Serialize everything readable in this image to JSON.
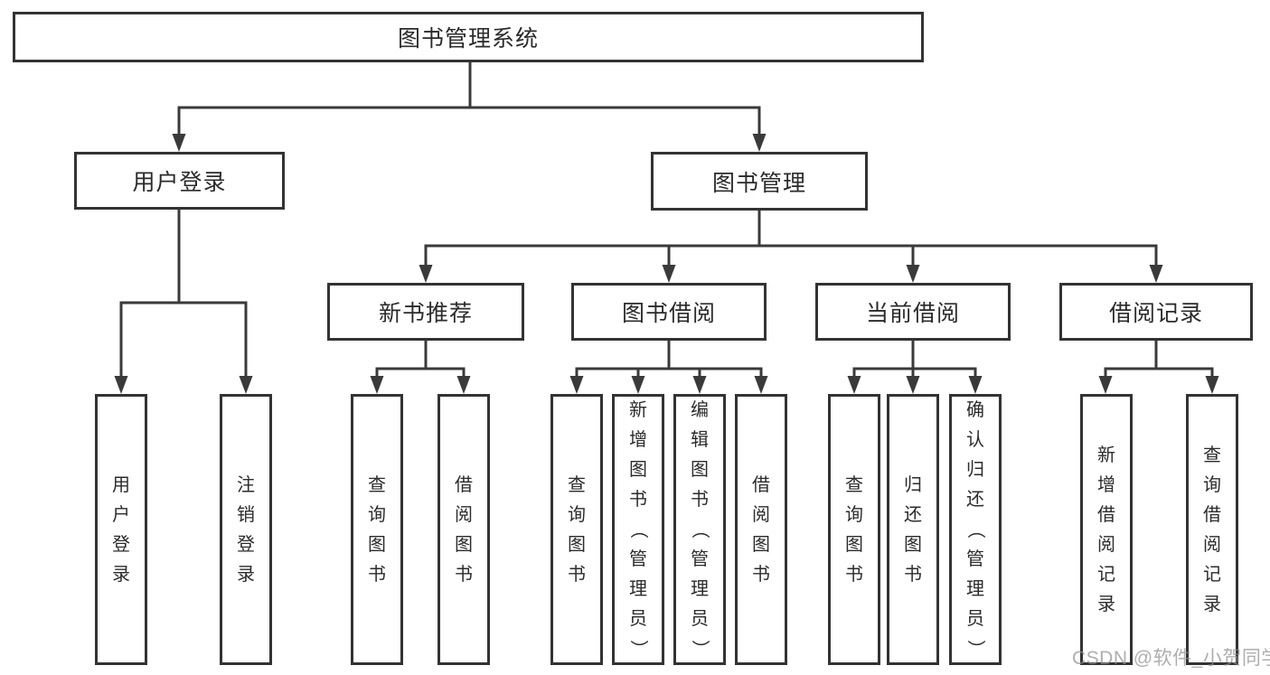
{
  "tree": {
    "label": "图书管理系统",
    "children": [
      {
        "label": "用户登录",
        "children": [
          {
            "label": "用户登录"
          },
          {
            "label": "注销登录"
          }
        ]
      },
      {
        "label": "图书管理",
        "children": [
          {
            "label": "新书推荐",
            "children": [
              {
                "label": "查询图书"
              },
              {
                "label": "借阅图书"
              }
            ]
          },
          {
            "label": "图书借阅",
            "children": [
              {
                "label": "查询图书"
              },
              {
                "label": "新增图书（管理员）"
              },
              {
                "label": "编辑图书（管理员）"
              },
              {
                "label": "借阅图书"
              }
            ]
          },
          {
            "label": "当前借阅",
            "children": [
              {
                "label": "查询图书"
              },
              {
                "label": "归还图书"
              },
              {
                "label": "确认归还（管理员）"
              }
            ]
          },
          {
            "label": "借阅记录",
            "children": [
              {
                "label": "新增借阅记录"
              },
              {
                "label": "查询借阅记录"
              }
            ]
          }
        ]
      }
    ]
  },
  "watermark": {
    "text": "CSDN @软件_小贺同学"
  },
  "colors": {
    "line": "#3a3a3a",
    "box_border": "#333333",
    "text": "#2b2b2b",
    "background": "#ffffff",
    "watermark": "#8f8f8f"
  }
}
